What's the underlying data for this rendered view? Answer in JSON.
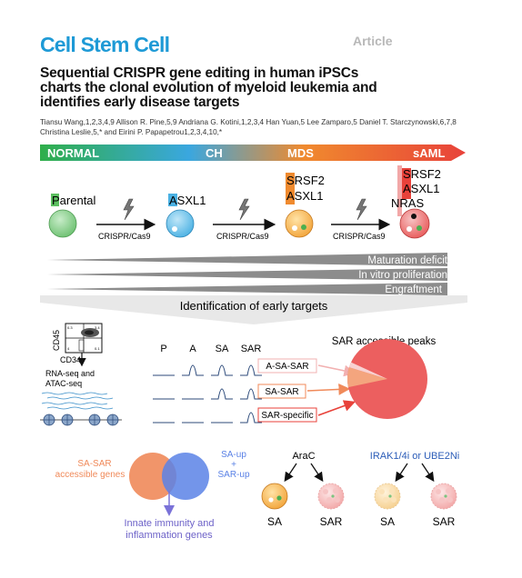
{
  "header": {
    "journal": "Cell Stem Cell",
    "article_type": "Article",
    "title_lines": [
      "Sequential CRISPR gene editing in human iPSCs",
      "charts the clonal evolution of myeloid leukemia and",
      "identifies early disease targets"
    ],
    "authors_line1": "Tiansu Wang,1,2,3,4,9 Allison R. Pine,5,9 Andriana G. Kotini,1,2,3,4 Han Yuan,5 Lee Zamparo,5 Daniel T. Starczynowski,6,7,8",
    "authors_line2": "Christina Leslie,5,* and Eirini P. Papapetrou1,2,3,4,10,*"
  },
  "figure": {
    "stages": [
      "NORMAL",
      "CH",
      "MDS",
      "sAML"
    ],
    "genotypes": {
      "parental": {
        "initial": "P",
        "rest": "arental"
      },
      "ch": {
        "initial": "A",
        "rest": "SXL1"
      },
      "mds": [
        {
          "initial": "S",
          "rest": "RSF2"
        },
        {
          "initial": "",
          "rest": "ASXL1"
        }
      ],
      "saml": [
        {
          "initial": "S",
          "rest": "RSF2"
        },
        {
          "initial": "",
          "rest": "ASXL1"
        },
        {
          "initial": "",
          "rest": "NRAS"
        }
      ]
    },
    "editing_label": "CRISPR/Cas9",
    "phenotypes": [
      "Maturation deficit",
      "In vitro proliferation",
      "Engraftment"
    ],
    "targets_title": "Identification of early targets",
    "facs": {
      "ylabel": "CD45",
      "xlabel": "CD34",
      "q1": "0.3",
      "q2": "3.4",
      "q3": "4",
      "q4": "0.1"
    },
    "assay_lines": [
      "RNA-seq and",
      "ATAC-seq"
    ],
    "peak_columns": [
      "P",
      "A",
      "SA",
      "SAR"
    ],
    "peak_groups": [
      "A-SA-SAR",
      "SA-SAR",
      "SAR-specific"
    ],
    "pie_title": "SAR accessible peaks",
    "venn": {
      "left_lines": [
        "SA-SAR",
        "accessible genes"
      ],
      "right_lines": [
        "SA-up",
        "+",
        "SAR-up"
      ]
    },
    "outcome_lines": [
      "Innate immunity and",
      "inflammation genes"
    ],
    "drugs": [
      "AraC",
      "IRAK1/4i or UBE2Ni"
    ],
    "treated_labels": [
      "SA",
      "SAR",
      "SA",
      "SAR"
    ],
    "colors": {
      "journal": "#1e9ad6",
      "ch": "#3aa7df",
      "mds": "#f08a2e",
      "saml": "#e8423a",
      "normal": "#36b449",
      "pie": "#ec5f5f",
      "venn_left": "#f08a5a",
      "venn_right": "#5b82e6"
    }
  }
}
